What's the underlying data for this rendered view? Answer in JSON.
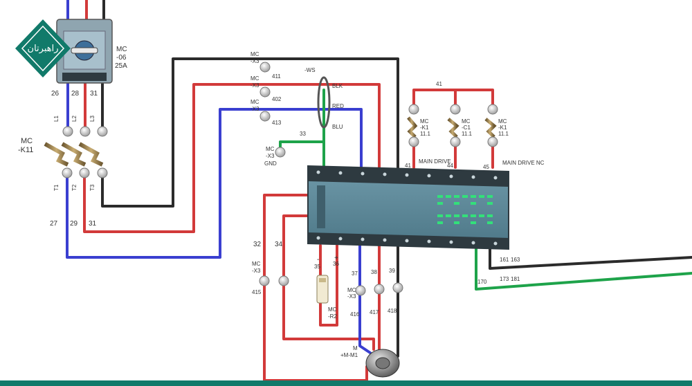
{
  "logo": {
    "brand_color": "#117a6a",
    "text": "راهبرتان"
  },
  "colors": {
    "black": "#2b2b2b",
    "red": "#d23a3a",
    "blue": "#3a3fd0",
    "green": "#1ea34a",
    "drive_body": "#5d8797",
    "drive_dark": "#2e3a40",
    "led": "#33e07a"
  },
  "breaker": {
    "label_line1": "MC",
    "label_line2": "-06",
    "label_line3": "25A",
    "terminal_top": [
      "26",
      "28",
      "31"
    ]
  },
  "contactor": {
    "label_line1": "MC",
    "label_line2": "-K11",
    "top_terms": [
      "L1",
      "L2",
      "L3"
    ],
    "bottom_terms": [
      "T1",
      "T2",
      "T3"
    ],
    "wire_numbers": [
      "27",
      "29",
      "31"
    ]
  },
  "terminals_x3": [
    {
      "tag1": "MC",
      "tag2": "-X3",
      "num": "411"
    },
    {
      "tag1": "MC",
      "tag2": "-X3",
      "num": "402"
    },
    {
      "tag1": "MC",
      "tag2": "-X3",
      "num": "413"
    }
  ],
  "cable": {
    "tag": "-WS",
    "blk": "BLK",
    "red": "RED",
    "blu": "BLU",
    "num": "33"
  },
  "gnd": {
    "tag1": "MC",
    "tag2": "-X3",
    "tag3": "GND"
  },
  "relays": {
    "top_num": "41",
    "items": [
      {
        "tag1": "MC",
        "tag2": "-K1",
        "tag3": "11.1",
        "bottom_num": "41",
        "note": "MAIN DRIVE"
      },
      {
        "tag1": "MC",
        "tag2": "-C1",
        "tag3": "11.1",
        "bottom_num": "44",
        "note": ""
      },
      {
        "tag1": "MC",
        "tag2": "-K1",
        "tag3": "11.1",
        "bottom_num": "45",
        "note": "MAIN DRIVE NC"
      }
    ]
  },
  "drive_outputs": {
    "n1": "161",
    "n2": "163",
    "n3": "170",
    "n4": "173",
    "n5": "181"
  },
  "lower": {
    "wire32": "32",
    "wire34": "34",
    "tag1": "MC",
    "tag2": "-X3",
    "num415": "415",
    "minus": "-",
    "plus": "+",
    "n35": "35",
    "n36": "36",
    "r2_tag1": "MC",
    "r2_tag2": "-R2",
    "n37": "37",
    "n38": "38",
    "n39": "39",
    "x3b_tag1": "MC",
    "x3b_tag2": "-X3",
    "n416": "416",
    "n417": "417",
    "n418": "418",
    "motor_tag1": "M",
    "motor_tag2": "+M-M1"
  }
}
